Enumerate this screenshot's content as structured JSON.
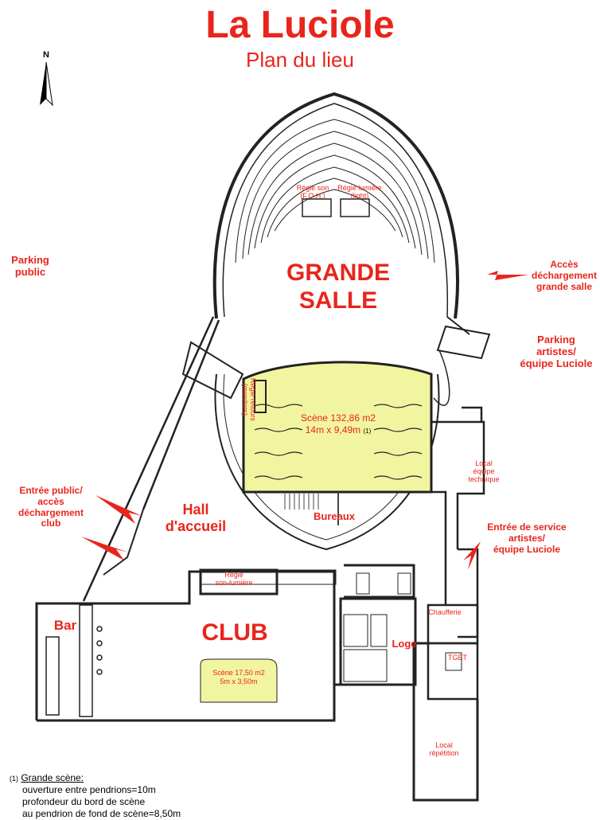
{
  "title": "La Luciole",
  "subtitle": "Plan du lieu",
  "north_label": "N",
  "rooms": {
    "grande_salle": "GRANDE\nSALLE",
    "hall": "Hall\nd'accueil",
    "club": "CLUB",
    "bar": "Bar",
    "bureaux": "Bureaux",
    "loge": "Loge",
    "chaufferie": "Chaufferie",
    "tgbt": "TGBT",
    "local_equipe": "Local\néquipe\ntechnique",
    "local_repetition": "Local\nrépétition",
    "regie_son": "Régie son\n(F.O.H.)",
    "regie_lumiere": "Régie lumière\n(light)",
    "regie_retours": "Régie retours\n(monitors)",
    "regie_club": "Régie\nson-lumière"
  },
  "scenes": {
    "grande": {
      "line1": "Scène 132,86 m2",
      "line2": "14m x 9,49m",
      "note": "(1)"
    },
    "club": {
      "line1": "Scène 17,50 m2",
      "line2": "5m x 3,50m"
    }
  },
  "annotations": {
    "parking_public": "Parking\npublic",
    "parking_artistes": "Parking\nartistes/\néquipe Luciole",
    "acces_dechargement": "Accès\ndéchargement\ngrande salle",
    "entree_public": "Entrée public/\naccès\ndéchargement\nclub",
    "entree_service": "Entrée de service\nartistes/\néquipe Luciole"
  },
  "footnote": {
    "marker": "(1)",
    "heading": "Grande scène:",
    "line1": "ouverture entre pendrions=10m",
    "line2": "profondeur du bord de scène",
    "line3": "au pendrion de fond de scène=8,50m"
  },
  "colors": {
    "accent": "#e8251c",
    "stage": "#f2f5a0",
    "walls": "#222222"
  }
}
